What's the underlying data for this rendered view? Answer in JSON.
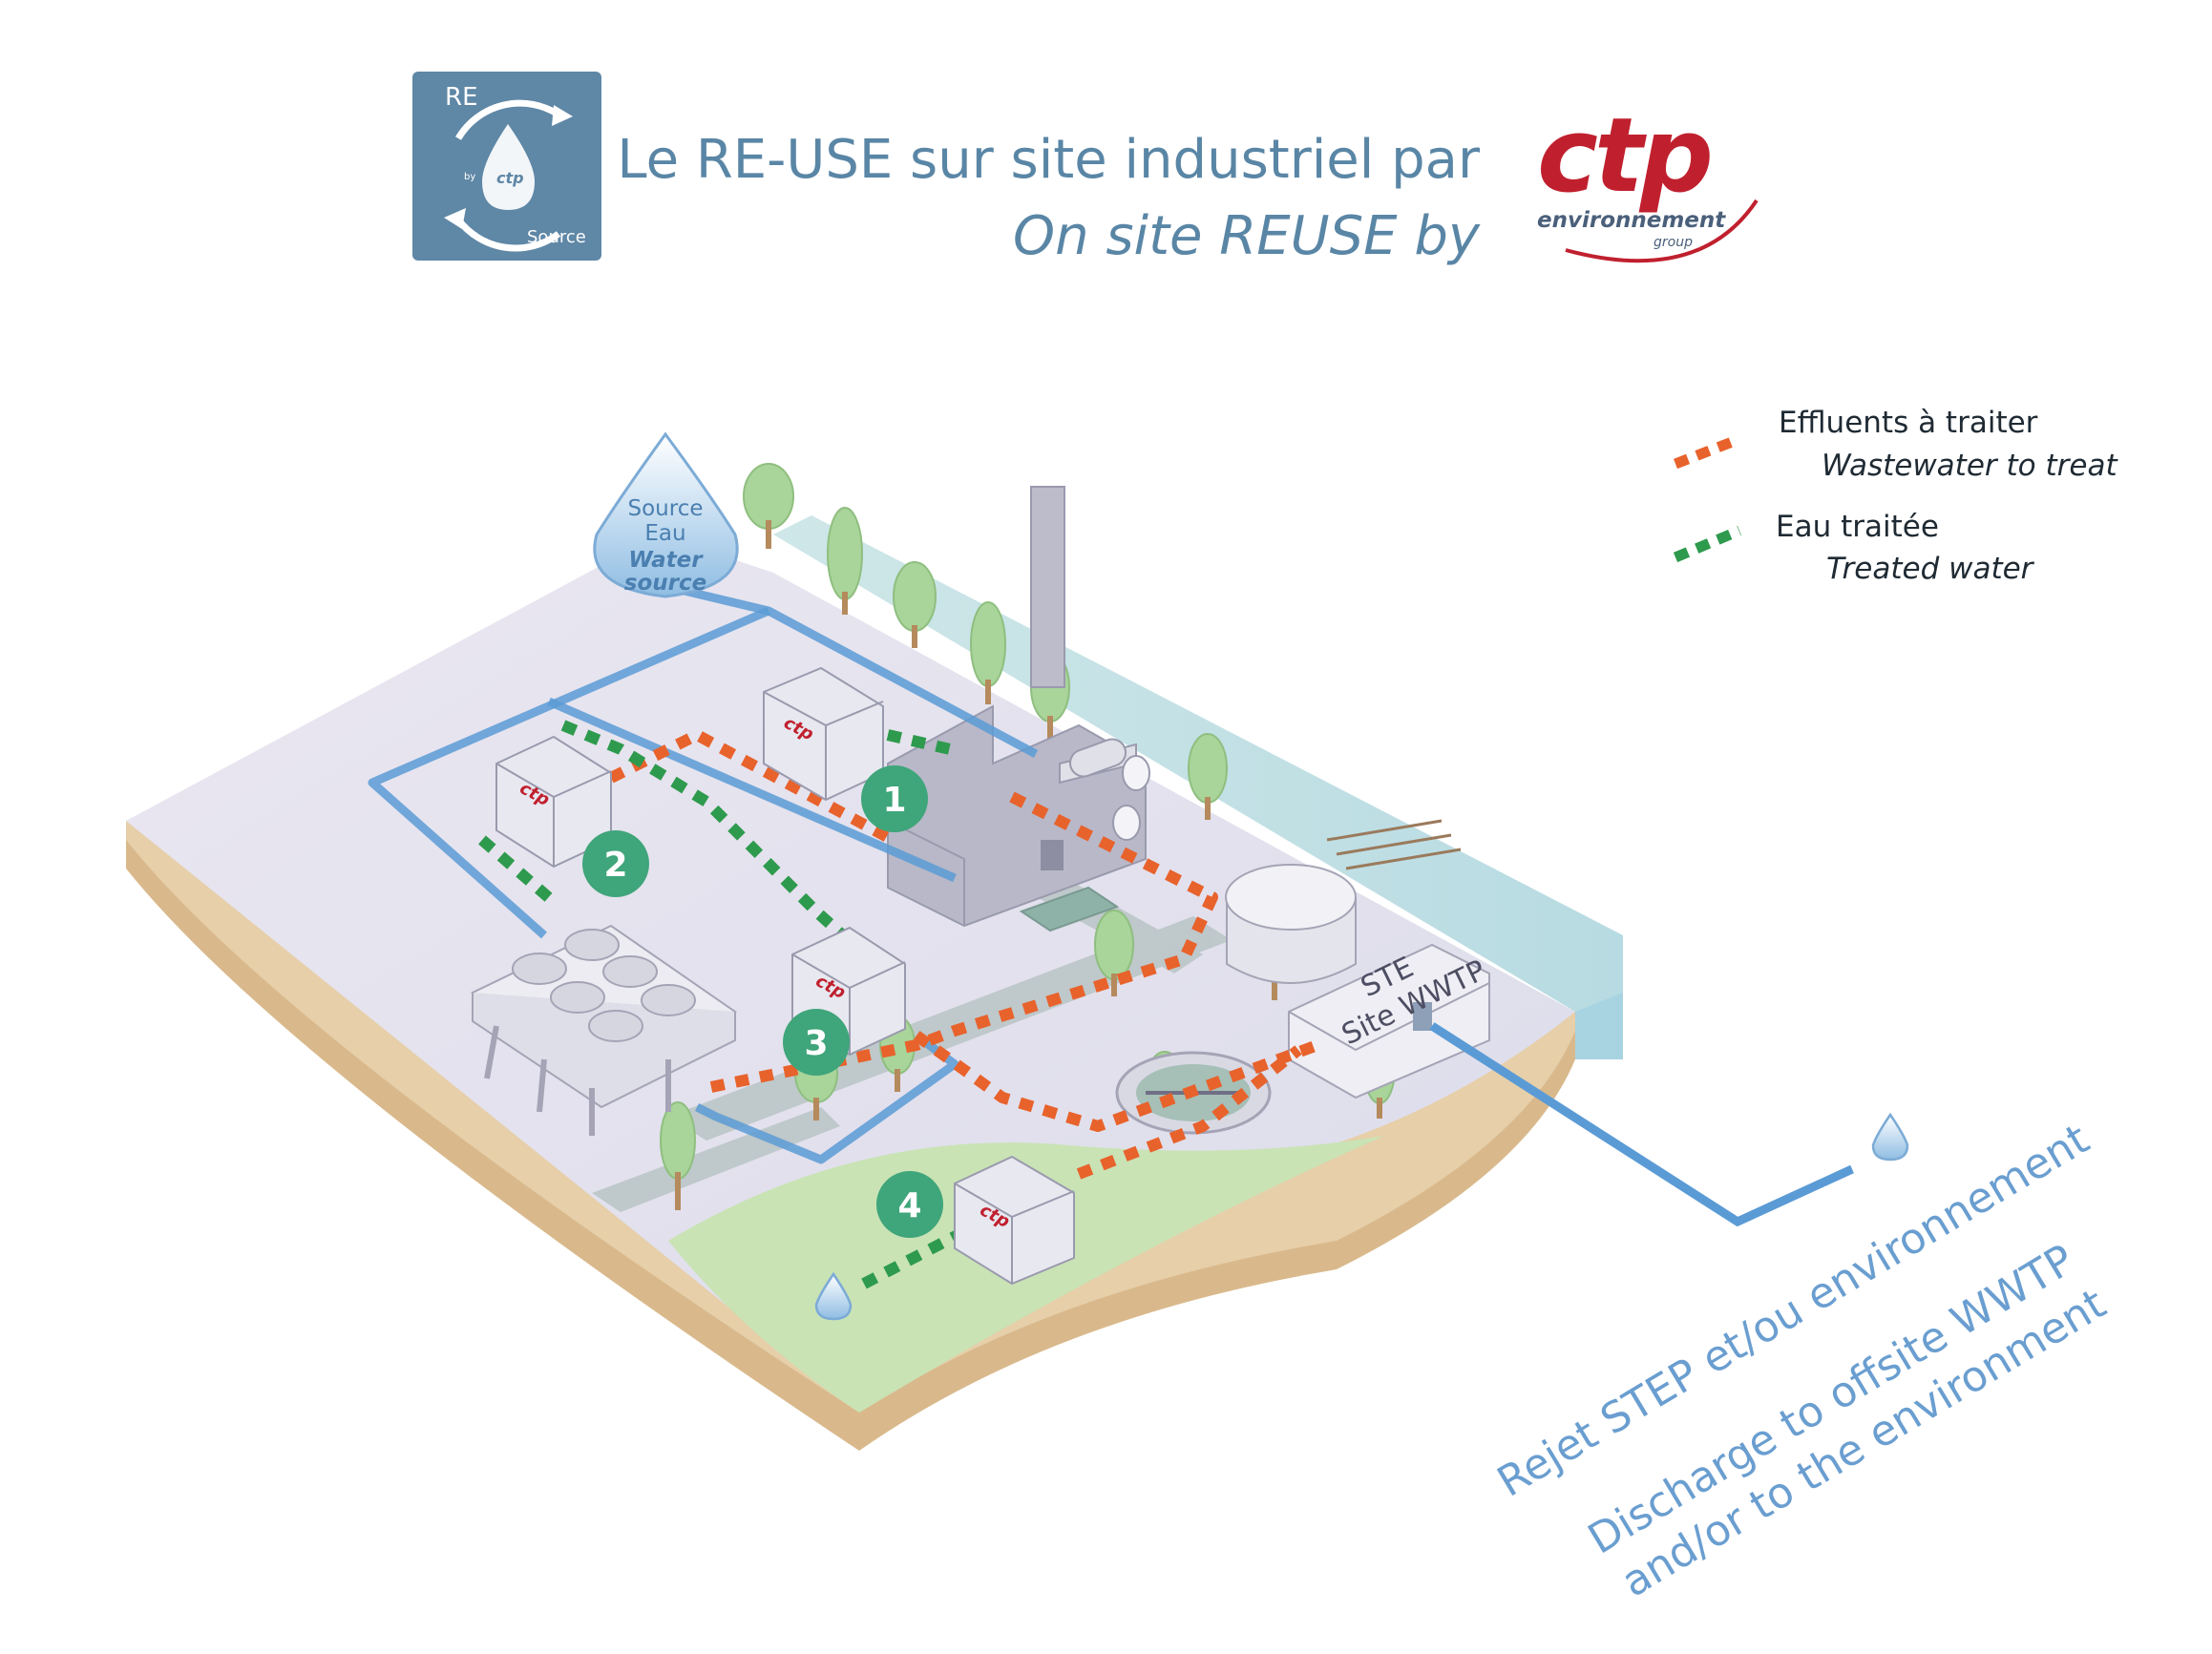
{
  "header": {
    "title_fr": "Le RE-USE sur site industriel par",
    "title_en": "On site REUSE by",
    "logo_re": {
      "top": "RE",
      "by": "by",
      "brand": "ctp",
      "bottom": "Source"
    },
    "logo_ctp": {
      "brand": "ctp",
      "line1": "environnement",
      "line2": "group"
    }
  },
  "legend": [
    {
      "label_fr": "Effluents à traiter",
      "label_en": "Wastewater to treat",
      "color": "#e8622c",
      "icon": "orange-dashed-pipe-icon"
    },
    {
      "label_fr": "Eau traitée",
      "label_en": "Treated water",
      "color": "#2e9a4d",
      "icon": "green-dashed-pipe-icon"
    }
  ],
  "source": {
    "line1": "Source",
    "line2": "Eau",
    "line3": "Water",
    "line4": "source"
  },
  "units": [
    "1",
    "2",
    "3",
    "4"
  ],
  "wwtp": {
    "line1": "STE",
    "line2": "Site WWTP"
  },
  "discharge": {
    "line1": "Rejet STEP et/ou environnement",
    "line2": "Discharge to offsite WWTP",
    "line3": "and/or to the environment"
  },
  "colors": {
    "pipe_blue": "#5b9bd5",
    "waste": "#e8622c",
    "treated": "#2e9a4d",
    "badge": "#3fa57a",
    "ctp_red": "#c0202e",
    "title_blue": "#5a86a6"
  }
}
